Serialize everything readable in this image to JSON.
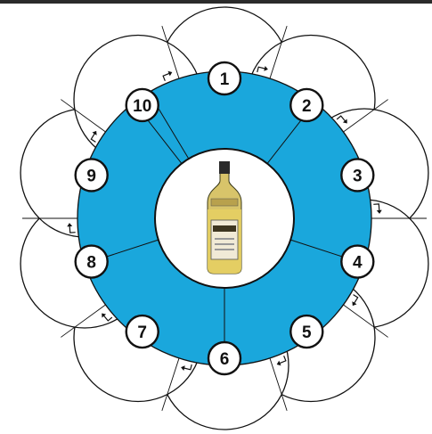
{
  "diagram": {
    "colors": {
      "ring": "#1aa7dc",
      "stroke": "#111111",
      "background": "#ffffff",
      "header_bar": "#2b2b2b"
    },
    "stations": [
      {
        "label": "1",
        "arrow_dir": "cw"
      },
      {
        "label": "2",
        "arrow_dir": "cw"
      },
      {
        "label": "3",
        "arrow_dir": "cw"
      },
      {
        "label": "4",
        "arrow_dir": "cw"
      },
      {
        "label": "5",
        "arrow_dir": "cw"
      },
      {
        "label": "6",
        "arrow_dir": "cw"
      },
      {
        "label": "7",
        "arrow_dir": "cw"
      },
      {
        "label": "8",
        "arrow_dir": "cw"
      },
      {
        "label": "9",
        "arrow_dir": "cw"
      },
      {
        "label": "10",
        "arrow_dir": "cw"
      }
    ],
    "center_image": {
      "icon": "wine-bottle-icon"
    }
  }
}
